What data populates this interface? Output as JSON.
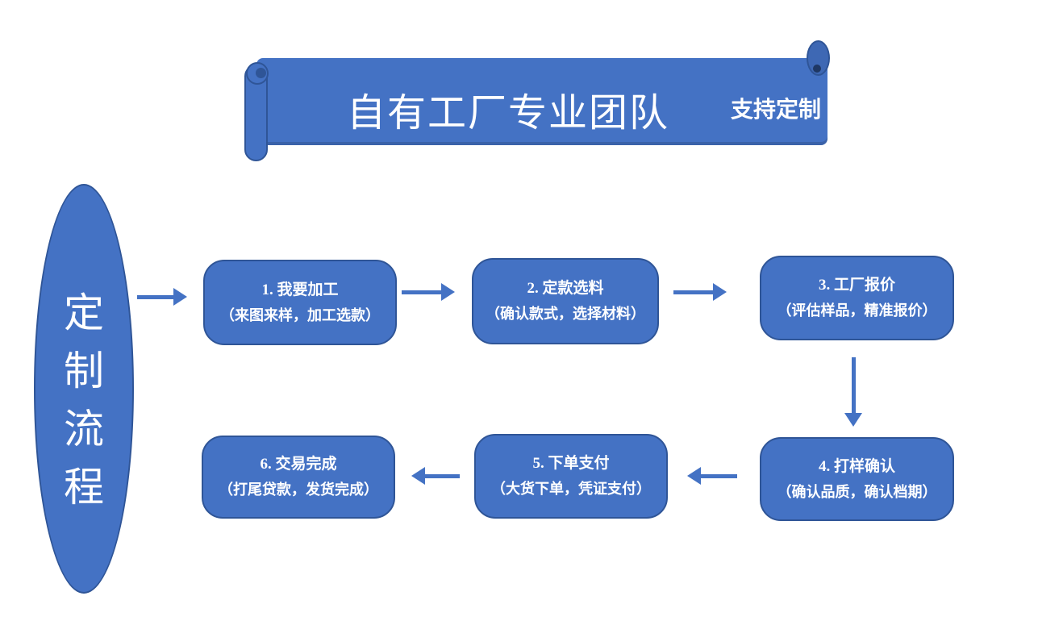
{
  "colors": {
    "shape_fill": "#4472C4",
    "shape_border": "#2F5597",
    "arrow": "#4472C4",
    "text_on_shape": "#FFFFFF",
    "background": "#FFFFFF"
  },
  "banner": {
    "title": "自有工厂专业团队",
    "subtitle": "支持定制"
  },
  "side_label": {
    "text": "定制流程",
    "chars": [
      "定",
      "制",
      "流",
      "程"
    ]
  },
  "steps": [
    {
      "title": "1. 我要加工",
      "subtitle": "（来图来样，加工选款）"
    },
    {
      "title": "2. 定款选料",
      "subtitle": "（确认款式，选择材料）"
    },
    {
      "title": "3. 工厂报价",
      "subtitle": "（评估样品，精准报价）"
    },
    {
      "title": "4. 打样确认",
      "subtitle": "（确认品质，确认档期）"
    },
    {
      "title": "5. 下单支付",
      "subtitle": "（大货下单，凭证支付）"
    },
    {
      "title": "6. 交易完成",
      "subtitle": "（打尾贷款，发货完成）"
    }
  ]
}
